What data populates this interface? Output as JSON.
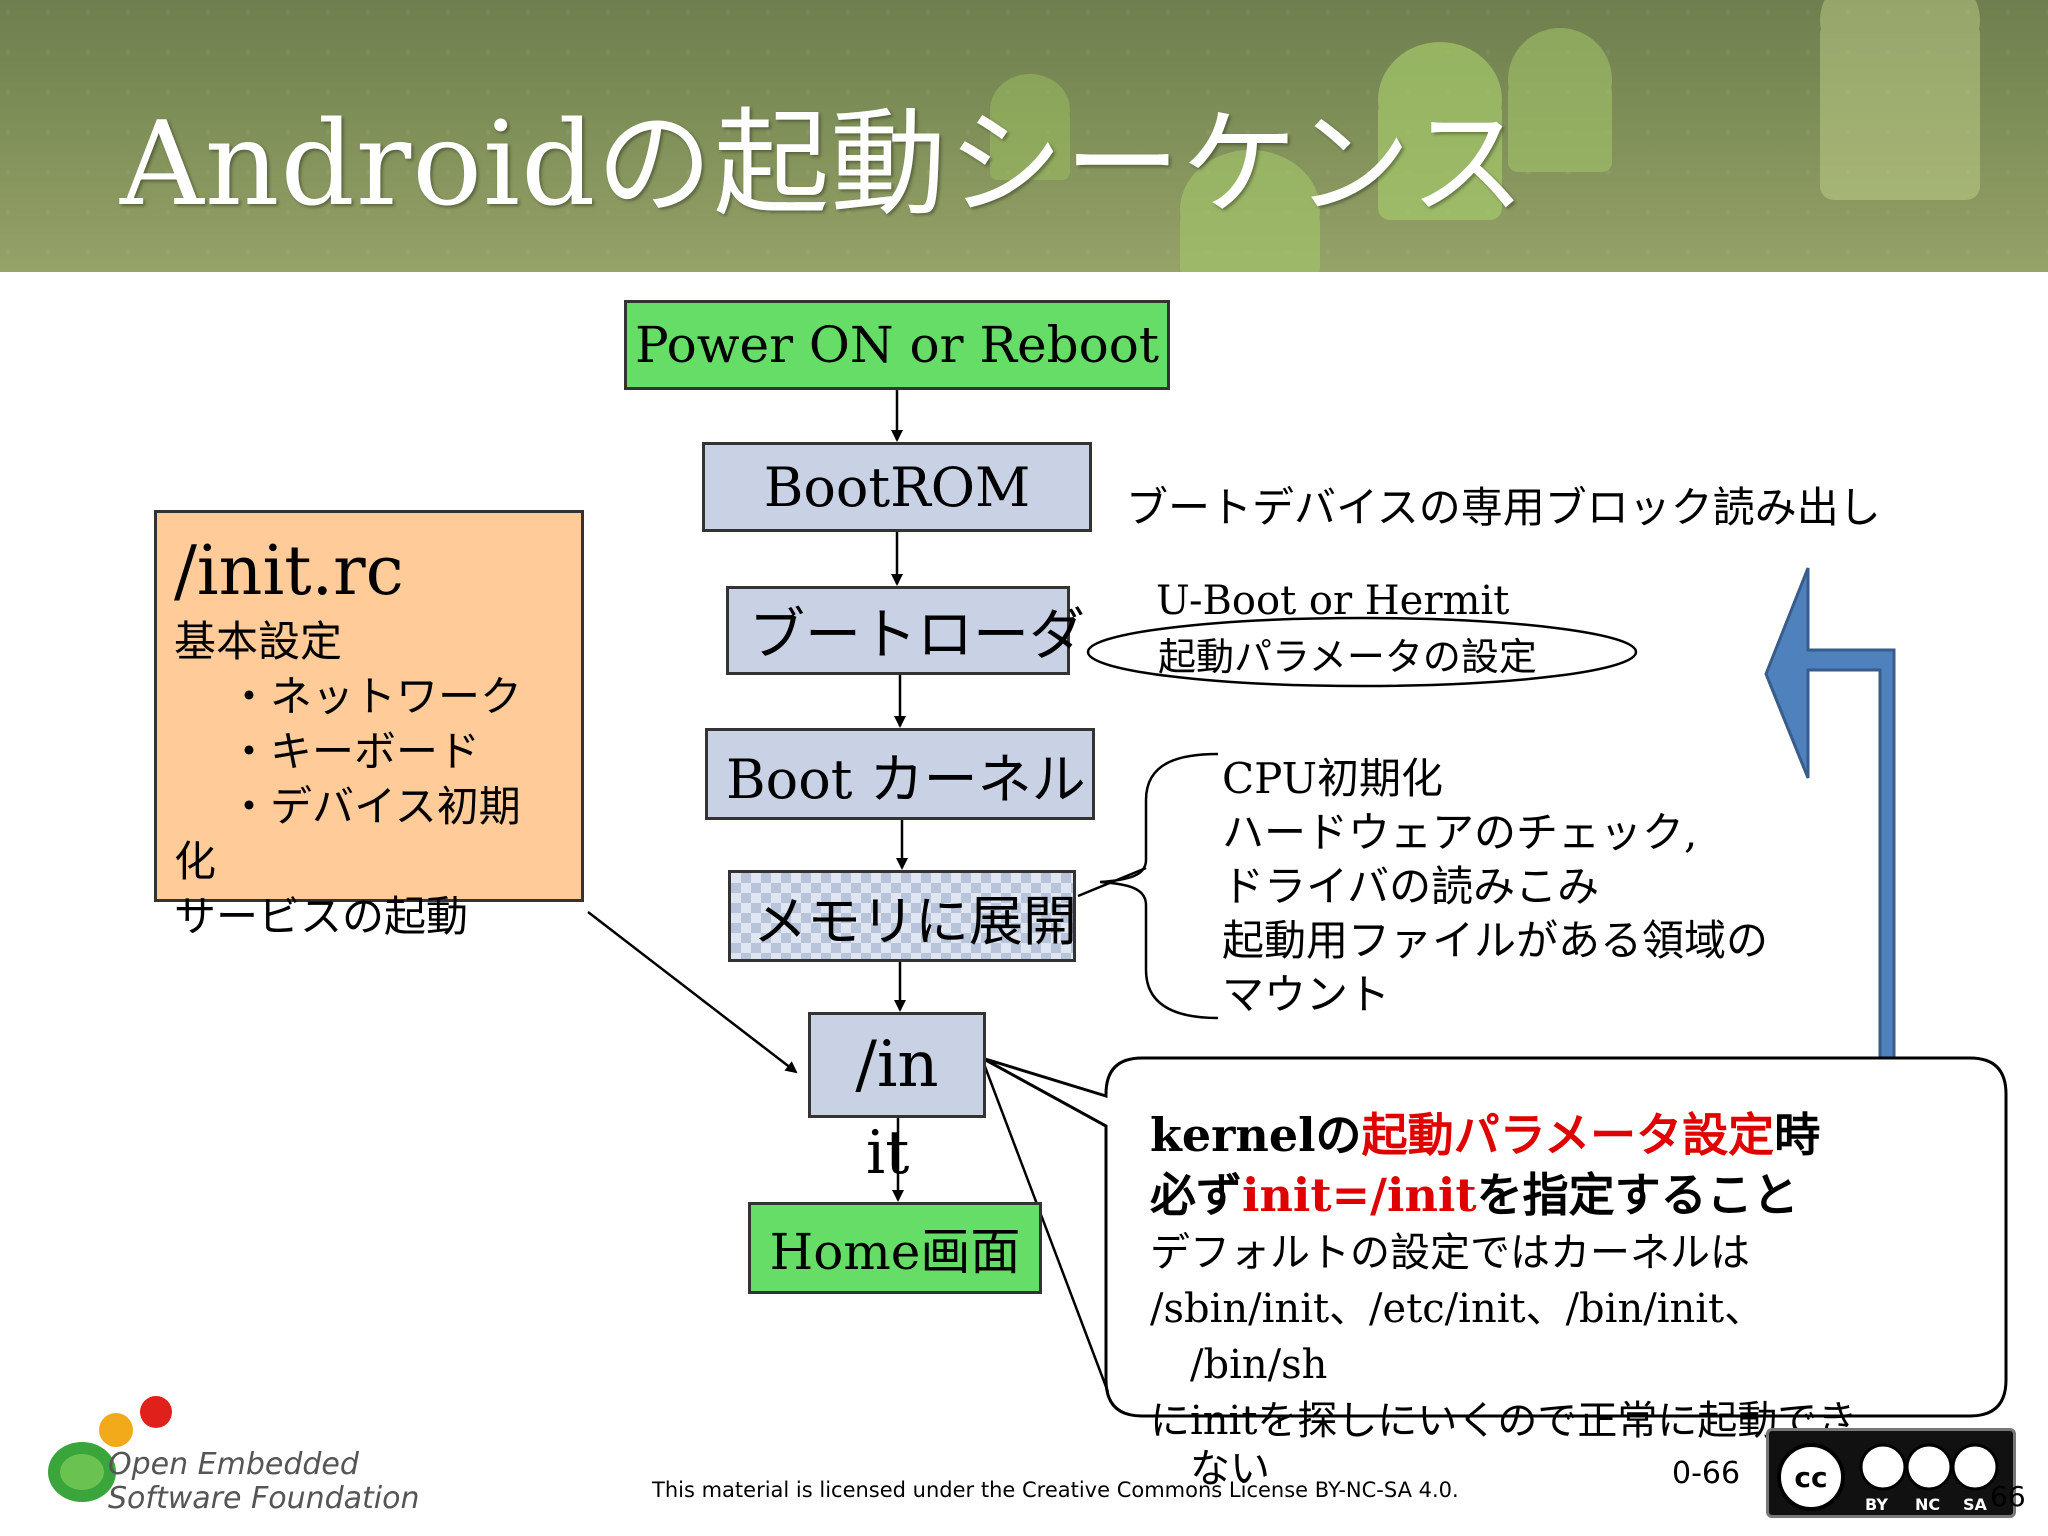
{
  "title": "Androidの起動シーケンス",
  "flow": {
    "power": "Power ON or Reboot",
    "bootrom": "BootROM",
    "bootloader": "ブートローダ",
    "kernel": "Boot カーネル",
    "memory": "メモリに展開",
    "init_top": "/in",
    "init_bottom": "it",
    "home": "Home画面"
  },
  "notes": {
    "bootrom_note": "ブートデバイスの専用ブロック読み出し",
    "bootloader_name": "U-Boot or Hermit",
    "bootloader_param": "起動パラメータの設定",
    "kernel_notes": [
      "CPU初期化",
      "ハードウェアのチェック,",
      "ドライバの読みこみ",
      "起動用ファイルがある領域の",
      "マウント"
    ]
  },
  "initrc": {
    "title": "/init.rc",
    "lines": [
      "基本設定",
      "・ネットワーク",
      "・キーボード",
      "・デバイス初期",
      "化",
      "サービスの起動"
    ]
  },
  "callout": {
    "line1_pre": "kernelの",
    "line1_red": "起動パラメータ設定",
    "line1_post": "時",
    "line2_pre": "必ず",
    "line2_red": "init=/init",
    "line2_post": "を指定すること",
    "line3": "デフォルトの設定ではカーネルは",
    "line4": "/sbin/init、/etc/init、/bin/init、",
    "line5": "/bin/sh",
    "line6": "にinitを探しにいくので正常に起動でき",
    "line7": "ない"
  },
  "footer": {
    "license": "This material is licensed under the Creative Commons License BY-NC-SA 4.0.",
    "slide_number": "0-66",
    "page_number": "66",
    "org_line1": "Open Embedded",
    "org_line2": "Software Foundation",
    "cc_labels": [
      "BY",
      "NC",
      "SA"
    ]
  },
  "colors": {
    "green_box": "#66dd66",
    "blue_box": "#c8d2e4",
    "initrc_box": "#ffcc99",
    "arrow_blue": "#4f81bd",
    "emphasis_red": "#e00000"
  }
}
